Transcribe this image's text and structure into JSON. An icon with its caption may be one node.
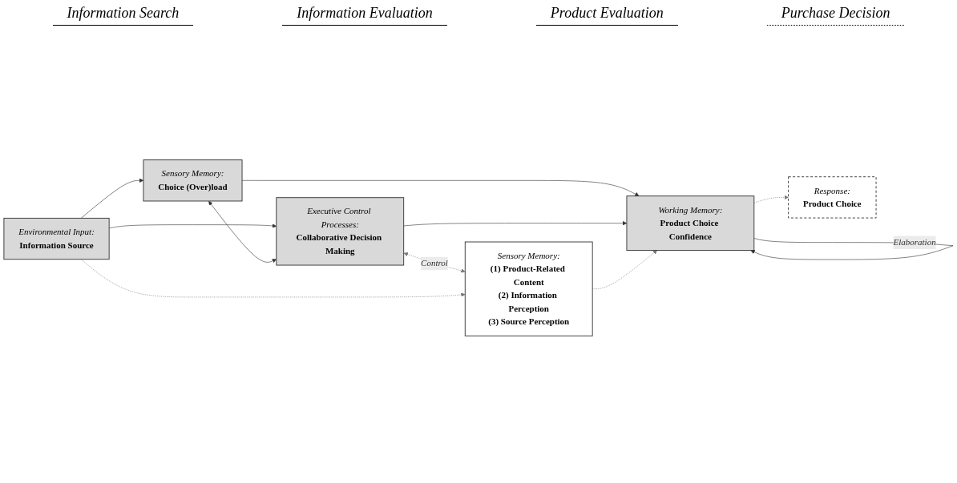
{
  "diagram": {
    "nodes": [
      {
        "text": [
          "Sensory Memory:",
          "Choice (Over)load"
        ]
      },
      {
        "text": [
          "Environmental Input:",
          "Information Source"
        ]
      },
      {
        "text": [
          "Executive Control Processes:",
          "Collaborative Decision Making"
        ]
      },
      {
        "text": [
          "Working Memory:",
          "Product Choice Confidence"
        ]
      },
      {
        "text": [
          "Response:",
          "Product Choice"
        ]
      },
      {
        "text": [
          "Sensory Memory:",
          "(1) Product-Related Content",
          "(2) Information Perception",
          "(3) Source Perception"
        ]
      }
    ],
    "edges": [
      {
        "from": 1,
        "to": 0,
        "arrow": "to"
      },
      {
        "from": 1,
        "to": 2,
        "arrow": "to"
      },
      {
        "from": 0,
        "to": 2,
        "arrow": "both"
      },
      {
        "from": 0,
        "to": 3,
        "arrow": "to"
      },
      {
        "from": 2,
        "to": 3,
        "arrow": "to"
      },
      {
        "from": 3,
        "to": 3,
        "arrow": "to",
        "label": "Elaboration"
      },
      {
        "from": 3,
        "to": 4,
        "arrow": "to",
        "style": "dashed"
      },
      {
        "from": 2,
        "to": 5,
        "arrow": "both",
        "style": "dashed",
        "label": "Control"
      },
      {
        "from": 1,
        "to": 5,
        "arrow": "to",
        "style": "dashed"
      },
      {
        "from": 5,
        "to": 3,
        "arrow": "to",
        "style": "dashed"
      }
    ],
    "labels": [
      "Information Search",
      "Information Evaluation",
      "Product Evaluation",
      "Purchase Decision"
    ]
  }
}
